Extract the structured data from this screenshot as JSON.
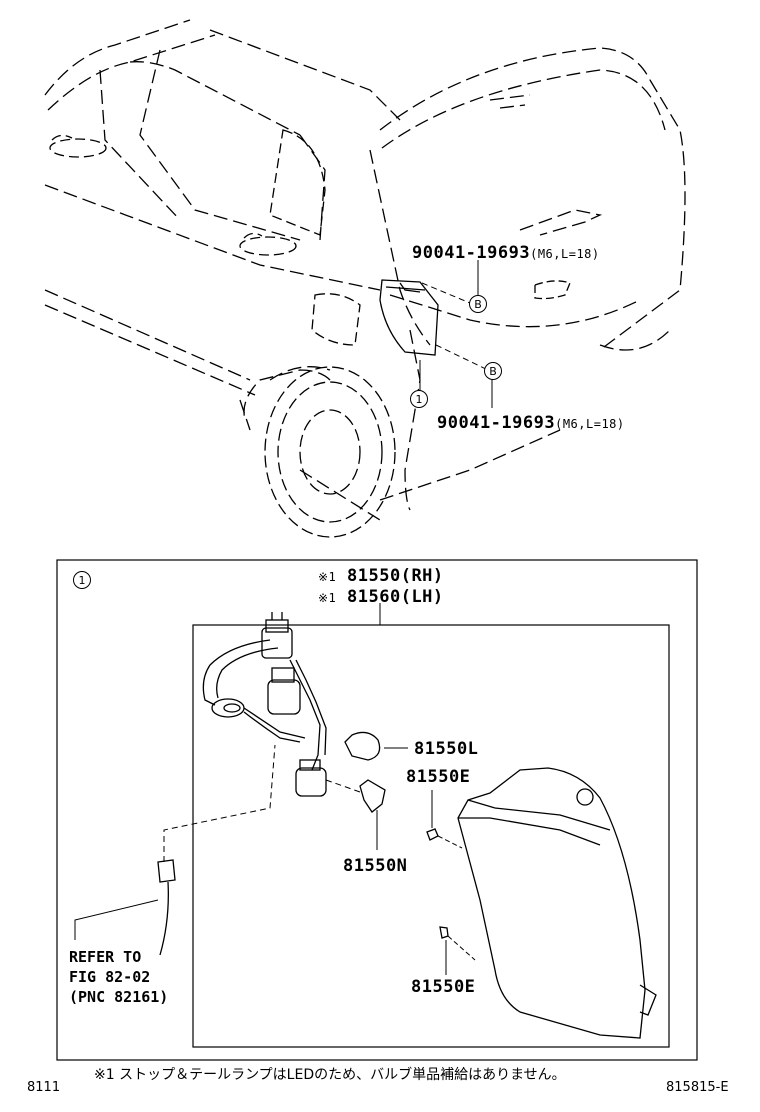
{
  "upper_view": {
    "bolt_upper": {
      "part": "90041-19693",
      "spec": "(M6,L=18)",
      "marker": "B"
    },
    "bolt_lower": {
      "part": "90041-19693",
      "spec": "(M6,L=18)",
      "marker": "B"
    },
    "callout": "1"
  },
  "detail_box": {
    "callout": "1",
    "assembly_rh": {
      "mark": "※1",
      "part": "81550(RH)"
    },
    "assembly_lh": {
      "mark": "※1",
      "part": "81560(LH)"
    },
    "bulb_l": "81550L",
    "screw_e_upper": "81550E",
    "bulb_n": "81550N",
    "screw_e_lower": "81550E",
    "refer": {
      "line1": "REFER TO",
      "line2": "FIG 82-02",
      "line3": "(PNC 82161)"
    }
  },
  "footnote": {
    "mark": "※1",
    "text": "ストップ＆テールランプはLEDのため、バルブ単品補給はありません。"
  },
  "corner_left": "8111",
  "corner_right": "815815-E"
}
